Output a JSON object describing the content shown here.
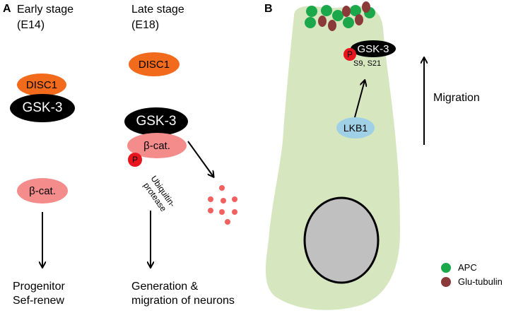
{
  "panel_a": {
    "letter": "A",
    "early": {
      "title": "Early stage",
      "sub": "(E14)",
      "disc1": "DISC1",
      "gsk3": "GSK-3",
      "bcat": "β-cat.",
      "outcome_1": "Progenitor",
      "outcome_2": "Sef-renew"
    },
    "late": {
      "title": "Late stage",
      "sub": "(E18)",
      "disc1": "DISC1",
      "gsk3": "GSK-3",
      "bcat": "β-cat.",
      "phospho": "P",
      "ubiq_1": "Ubiquitin-",
      "ubiq_2": "protease",
      "outcome_1": "Generation &",
      "outcome_2": "migration of neurons"
    }
  },
  "panel_b": {
    "letter": "B",
    "gsk3": "GSK-3",
    "phospho": "P",
    "sites": "S9, S21",
    "lkb1": "LKB1",
    "migration": "Migration",
    "legend": [
      {
        "label": "APC",
        "color": "#1aa84b"
      },
      {
        "label": "Glu-tubulin",
        "color": "#8b3a3a"
      }
    ]
  },
  "colors": {
    "disc1": "#f26b1d",
    "gsk3": "#000000",
    "bcat": "#f58c8c",
    "phospho": "#e8141e",
    "lkb1": "#9fd0e6",
    "cell": "#d6e6bf",
    "nucleus": "#c0c0c0",
    "apc": "#1aa84b",
    "glu_tubulin": "#8b3a3a"
  }
}
